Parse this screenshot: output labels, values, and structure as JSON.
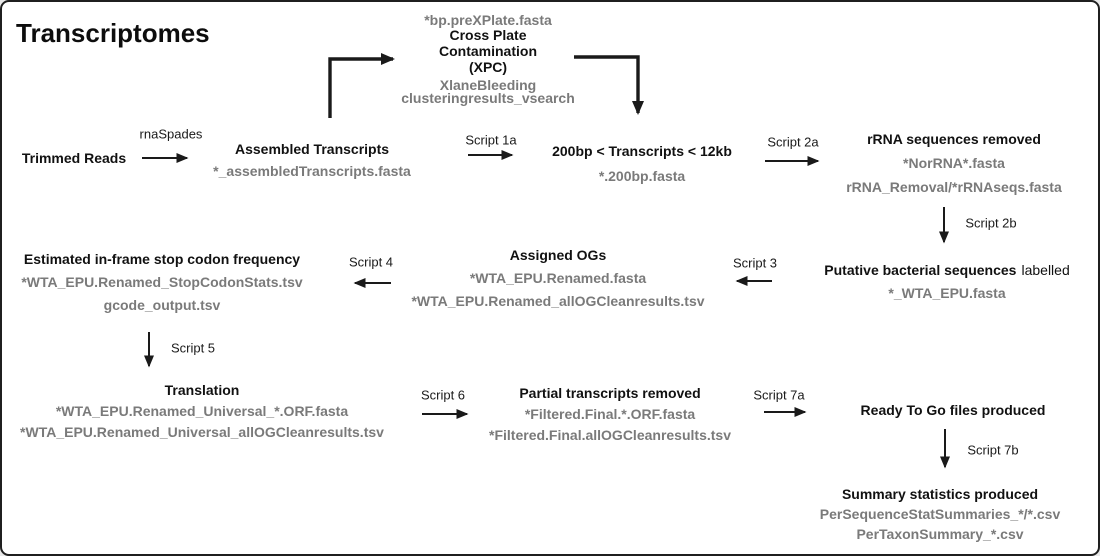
{
  "title": "Transcriptomes",
  "nodes": {
    "trimmed_reads": {
      "title": "Trimmed Reads"
    },
    "assembled_transcripts": {
      "title": "Assembled Transcripts",
      "files": [
        "*_assembledTranscripts.fasta"
      ]
    },
    "xpc": {
      "pre_file": "*bp.preXPlate.fasta",
      "title_lines": [
        "Cross Plate",
        "Contamination",
        "(XPC)"
      ],
      "files": [
        "XlaneBleeding",
        "clusteringresults_vsearch"
      ]
    },
    "size_filter": {
      "title": "200bp < Transcripts < 12kb",
      "files": [
        "*.200bp.fasta"
      ]
    },
    "rrna_removed": {
      "title": "rRNA sequences removed",
      "files": [
        "*NorRNA*.fasta",
        "rRNA_Removal/*rRNAseqs.fasta"
      ]
    },
    "bacterial_labelled": {
      "title": "Putative bacterial sequences",
      "title_suffix": "labelled",
      "files": [
        "*_WTA_EPU.fasta"
      ]
    },
    "assigned_ogs": {
      "title": "Assigned OGs",
      "files": [
        "*WTA_EPU.Renamed.fasta",
        "*WTA_EPU.Renamed_allOGCleanresults.tsv"
      ]
    },
    "stop_codon_freq": {
      "title": "Estimated in-frame stop codon frequency",
      "files": [
        "*WTA_EPU.Renamed_StopCodonStats.tsv",
        "gcode_output.tsv"
      ]
    },
    "translation": {
      "title": "Translation",
      "files": [
        "*WTA_EPU.Renamed_Universal_*.ORF.fasta",
        "*WTA_EPU.Renamed_Universal_allOGCleanresults.tsv"
      ]
    },
    "partial_removed": {
      "title": "Partial transcripts removed",
      "files": [
        "*Filtered.Final.*.ORF.fasta",
        "*Filtered.Final.allOGCleanresults.tsv"
      ]
    },
    "ready_to_go": {
      "title": "Ready To Go files produced"
    },
    "summary_stats": {
      "title": "Summary statistics produced",
      "files": [
        "PerSequenceStatSummaries_*/*.csv",
        "PerTaxonSummary_*.csv"
      ]
    }
  },
  "arrow_labels": {
    "rnaspades": "rnaSpades",
    "script_1a": "Script 1a",
    "script_2a": "Script 2a",
    "script_2b": "Script 2b",
    "script_3": "Script 3",
    "script_4": "Script 4",
    "script_5": "Script 5",
    "script_6": "Script 6",
    "script_7a": "Script 7a",
    "script_7b": "Script 7b"
  },
  "colors": {
    "text_black": "#111111",
    "text_gray": "#7a7a7a",
    "arrow": "#1a1a1a",
    "background": "#ffffff",
    "border": "#1f1f1f"
  }
}
